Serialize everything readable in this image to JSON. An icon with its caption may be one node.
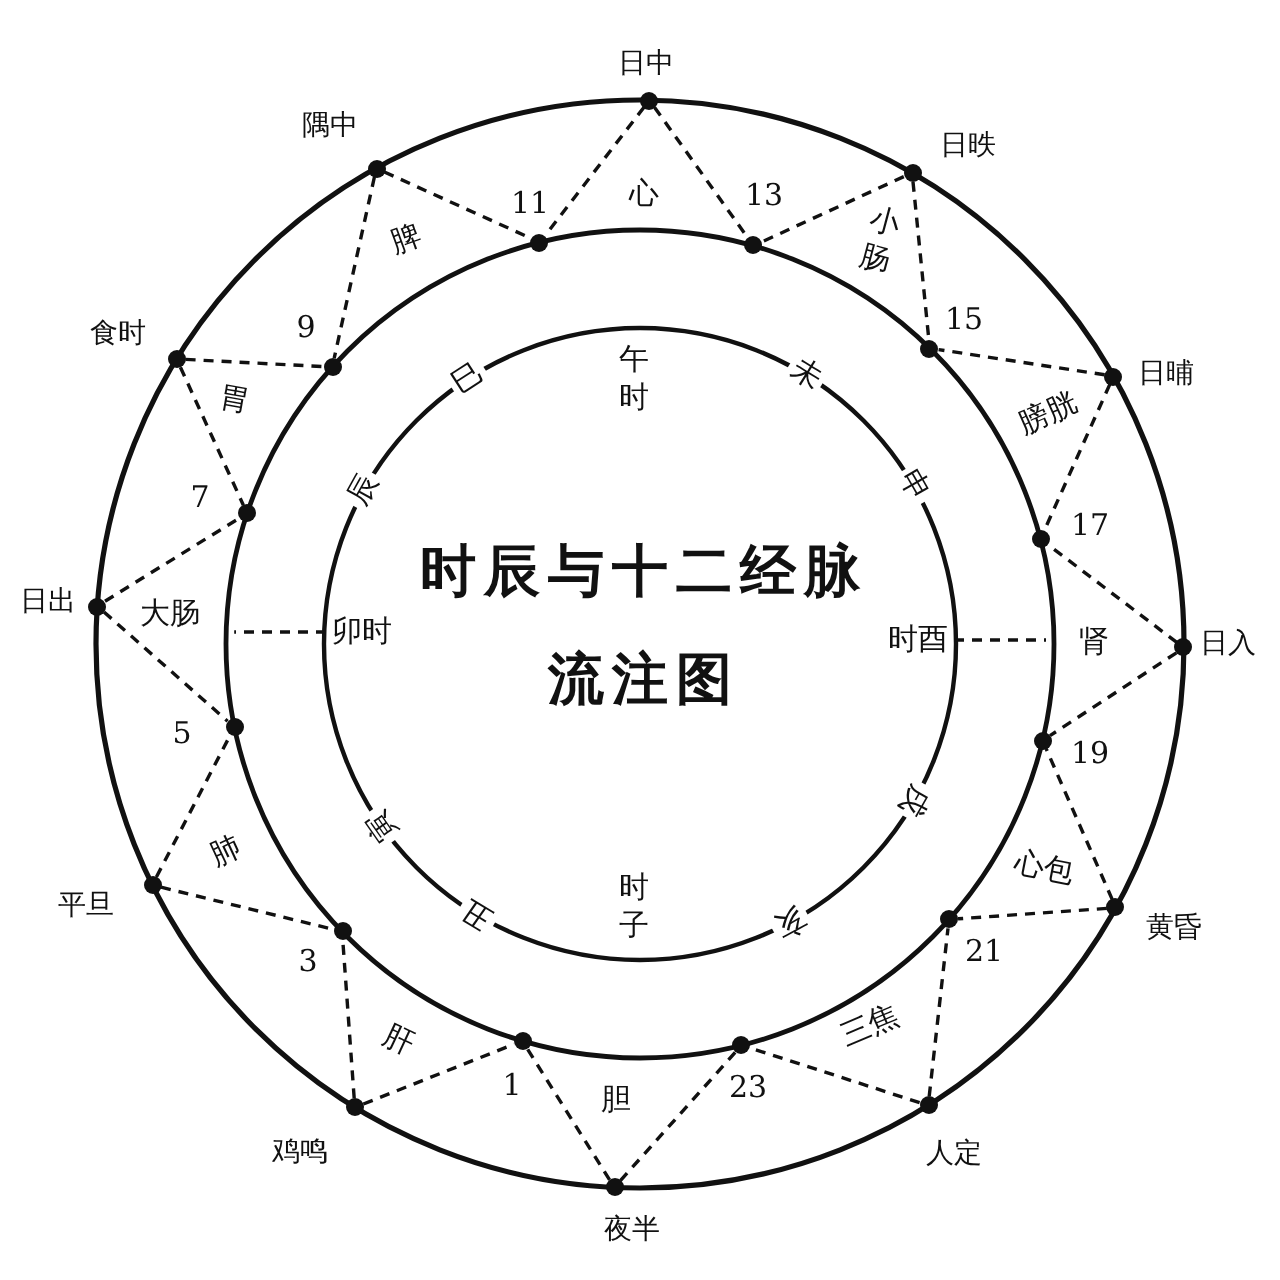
{
  "diagram": {
    "title": "时辰与十二经脉流注图",
    "nodes": [
      {
        "text": [],
        "shape": "circle",
        "beside": [
          "日中"
        ]
      },
      {
        "text": [],
        "shape": "circle",
        "beside": [
          "日昳"
        ]
      },
      {
        "text": [],
        "shape": "circle",
        "beside": [
          "日晡"
        ]
      },
      {
        "text": [],
        "shape": "circle",
        "beside": [
          "日入"
        ]
      },
      {
        "text": [],
        "shape": "circle",
        "beside": [
          "黄昏"
        ]
      },
      {
        "text": [],
        "shape": "circle",
        "beside": [
          "人定"
        ]
      },
      {
        "text": [],
        "shape": "circle",
        "beside": [
          "夜半"
        ]
      },
      {
        "text": [],
        "shape": "circle",
        "beside": [
          "鸡鸣"
        ]
      },
      {
        "text": [],
        "shape": "circle",
        "beside": [
          "平旦"
        ]
      },
      {
        "text": [],
        "shape": "circle",
        "beside": [
          "日出"
        ]
      },
      {
        "text": [],
        "shape": "circle",
        "beside": [
          "食时"
        ]
      },
      {
        "text": [],
        "shape": "circle",
        "beside": [
          "隅中"
        ]
      },
      {
        "text": [],
        "shape": "circle",
        "beside": [
          "11"
        ]
      },
      {
        "text": [],
        "shape": "circle",
        "beside": [
          "13"
        ]
      },
      {
        "text": [],
        "shape": "circle",
        "beside": [
          "15"
        ]
      },
      {
        "text": [],
        "shape": "circle",
        "beside": [
          "17"
        ]
      },
      {
        "text": [],
        "shape": "circle",
        "beside": [
          "19"
        ]
      },
      {
        "text": [],
        "shape": "circle",
        "beside": [
          "21"
        ]
      },
      {
        "text": [],
        "shape": "circle",
        "beside": [
          "23"
        ]
      },
      {
        "text": [],
        "shape": "circle",
        "beside": [
          "1"
        ]
      },
      {
        "text": [],
        "shape": "circle",
        "beside": [
          "3"
        ]
      },
      {
        "text": [],
        "shape": "circle",
        "beside": [
          "5"
        ]
      },
      {
        "text": [],
        "shape": "circle",
        "beside": [
          "7"
        ]
      },
      {
        "text": [],
        "shape": "circle",
        "beside": [
          "9"
        ]
      },
      {
        "text": [
          "卯时"
        ]
      },
      {
        "text": [
          "时酉"
        ]
      }
    ],
    "edges": [
      {
        "from": 0,
        "to": 12,
        "arrow": "none",
        "style": "dashed"
      },
      {
        "from": 0,
        "to": 13,
        "arrow": "none",
        "style": "dashed"
      },
      {
        "from": 1,
        "to": 13,
        "arrow": "none",
        "style": "dashed"
      },
      {
        "from": 1,
        "to": 14,
        "arrow": "none",
        "style": "dashed"
      },
      {
        "from": 2,
        "to": 14,
        "arrow": "none",
        "style": "dashed"
      },
      {
        "from": 2,
        "to": 15,
        "arrow": "none",
        "style": "dashed"
      },
      {
        "from": 3,
        "to": 15,
        "arrow": "none",
        "style": "dashed"
      },
      {
        "from": 3,
        "to": 16,
        "arrow": "none",
        "style": "dashed"
      },
      {
        "from": 4,
        "to": 16,
        "arrow": "none",
        "style": "dashed"
      },
      {
        "from": 4,
        "to": 17,
        "arrow": "none",
        "style": "dashed"
      },
      {
        "from": 5,
        "to": 17,
        "arrow": "none",
        "style": "dashed"
      },
      {
        "from": 5,
        "to": 18,
        "arrow": "none",
        "style": "dashed"
      },
      {
        "from": 6,
        "to": 18,
        "arrow": "none",
        "style": "dashed"
      },
      {
        "from": 6,
        "to": 19,
        "arrow": "none",
        "style": "dashed"
      },
      {
        "from": 7,
        "to": 19,
        "arrow": "none",
        "style": "dashed"
      },
      {
        "from": 7,
        "to": 20,
        "arrow": "none",
        "style": "dashed"
      },
      {
        "from": 8,
        "to": 20,
        "arrow": "none",
        "style": "dashed"
      },
      {
        "from": 8,
        "to": 21,
        "arrow": "none",
        "style": "dashed"
      },
      {
        "from": 9,
        "to": 21,
        "arrow": "none",
        "style": "dashed"
      },
      {
        "from": 9,
        "to": 22,
        "arrow": "none",
        "style": "dashed"
      },
      {
        "from": 10,
        "to": 22,
        "arrow": "none",
        "style": "dashed"
      },
      {
        "from": 10,
        "to": 23,
        "arrow": "none",
        "style": "dashed"
      },
      {
        "from": 11,
        "to": 23,
        "arrow": "none",
        "style": "dashed"
      },
      {
        "from": 11,
        "to": 12,
        "arrow": "none",
        "style": "dashed"
      },
      {
        "from": 24,
        "to": null,
        "arrow": "none",
        "style": "dashed"
      },
      {
        "from": 25,
        "to": null,
        "arrow": "none",
        "style": "dashed"
      }
    ],
    "labels": [
      "心",
      "小肠",
      "膀胱",
      "肾",
      "心包",
      "三焦",
      "胆",
      "肝",
      "肺",
      "大肠",
      "胃",
      "脾",
      "午时",
      "未",
      "申",
      "戌",
      "亥",
      "时子",
      "丑",
      "寅",
      "辰",
      "巳"
    ]
  }
}
